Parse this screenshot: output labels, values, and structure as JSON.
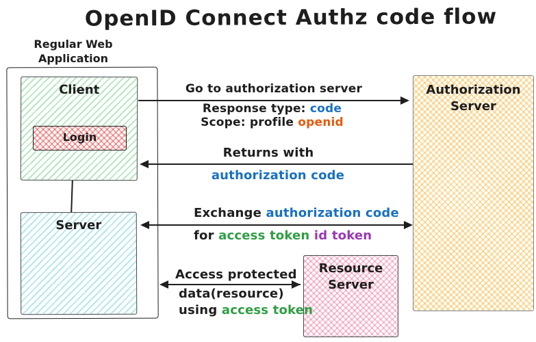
{
  "title": "OpenID Connect Authz code flow",
  "colors": {
    "blue": "#1971c2",
    "orange": "#e8590c",
    "green": "#2f9e44",
    "purple": "#9c36b5",
    "ink": "#1e1e1e",
    "client_fill": "#b2f2bb",
    "login_fill": "#ffc9c9",
    "server_fill": "#99e9f2",
    "auth_fill": "#ffd8a8",
    "resource_fill": "#fcc2d7"
  },
  "group": {
    "line1": "Regular Web",
    "line2": "Application"
  },
  "nodes": {
    "client": {
      "label": "Client"
    },
    "login": {
      "label": "Login"
    },
    "server": {
      "label": "Server"
    },
    "auth": {
      "line1": "Authorization",
      "line2": "Server"
    },
    "resource": {
      "line1": "Resource",
      "line2": "Server"
    }
  },
  "flows": {
    "go_to_auth": {
      "label": "Go to authorization server",
      "response_prefix": "Response type: ",
      "response_value": "code",
      "scope_prefix": "Scope: profile ",
      "scope_value": "openid"
    },
    "returns": {
      "label": "Returns with",
      "value": "authorization code"
    },
    "exchange": {
      "prefix": "Exchange ",
      "code": "authorization code",
      "for_prefix": "for ",
      "access_token": "access token",
      "id_token": " id token"
    },
    "access": {
      "line1": "Access protected",
      "line2": "data(resource)",
      "line3_prefix": "using ",
      "line3_value": "access token"
    }
  }
}
